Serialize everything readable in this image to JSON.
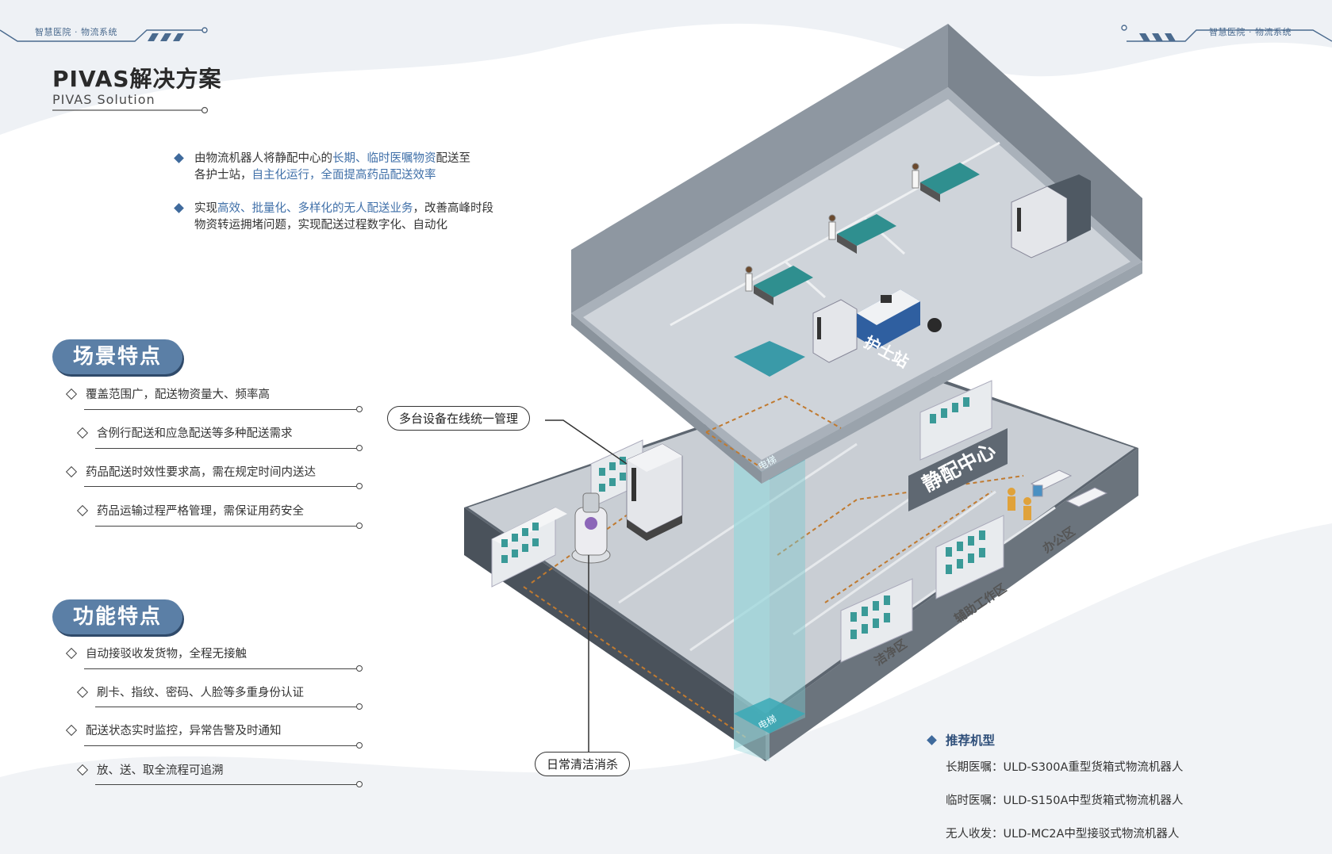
{
  "header": {
    "left_tag": "智慧医院 · 物流系统",
    "right_tag": "智慧医院 · 物流系统"
  },
  "title": {
    "cn": "PIVAS解决方案",
    "en": "PIVAS  Solution"
  },
  "bullets": [
    {
      "line1": [
        {
          "text": "由物流机器人将静配中心的",
          "hl": false
        },
        {
          "text": "长期、临时医嘱物资",
          "hl": true
        },
        {
          "text": "配送至",
          "hl": false
        }
      ],
      "line2": [
        {
          "text": "各护士站，",
          "hl": false
        },
        {
          "text": "自主化运行，全面提高药品配送效率",
          "hl": true
        }
      ]
    },
    {
      "line1": [
        {
          "text": "实现",
          "hl": false
        },
        {
          "text": "高效、批量化、多样化的无人配送业务",
          "hl": true
        },
        {
          "text": "，改善高峰时段",
          "hl": false
        }
      ],
      "line2": [
        {
          "text": "物资转运拥堵问题，实现配送过程数字化、自动化",
          "hl": false
        }
      ]
    }
  ],
  "scene": {
    "heading": "场景特点",
    "items": [
      "覆盖范围广，配送物资量大、频率高",
      "含例行配送和应急配送等多种配送需求",
      "药品配送时效性要求高，需在规定时间内送达",
      "药品运输过程严格管理，需保证用药安全"
    ]
  },
  "function": {
    "heading": "功能特点",
    "items": [
      "自动接驳收发货物，全程无接触",
      "刷卡、指纹、密码、人脸等多重身份认证",
      "配送状态实时监控，异常告警及时通知",
      "放、送、取全流程可追溯"
    ]
  },
  "callouts": {
    "management": "多台设备在线统一管理",
    "cleaning": "日常清洁消杀"
  },
  "diagram_labels": {
    "nurse_station": "护士站",
    "pivas_center": "静配中心",
    "elevator_top": "电梯",
    "elevator_bottom": "电梯",
    "office": "办公区",
    "aux_work": "辅助工作区",
    "clean_zone": "洁净区"
  },
  "recommend": {
    "title": "推荐机型",
    "items": [
      "长期医嘱：ULD-S300A重型货箱式物流机器人",
      "临时医嘱：ULD-S150A中型货箱式物流机器人",
      "无人收发：ULD-MC2A中型接驳式物流机器人"
    ]
  },
  "colors": {
    "accent_blue": "#3f6fa8",
    "pill_blue": "#5b7fa6",
    "teal": "#2e9aa8",
    "floor_gray": "#c9ced4"
  }
}
